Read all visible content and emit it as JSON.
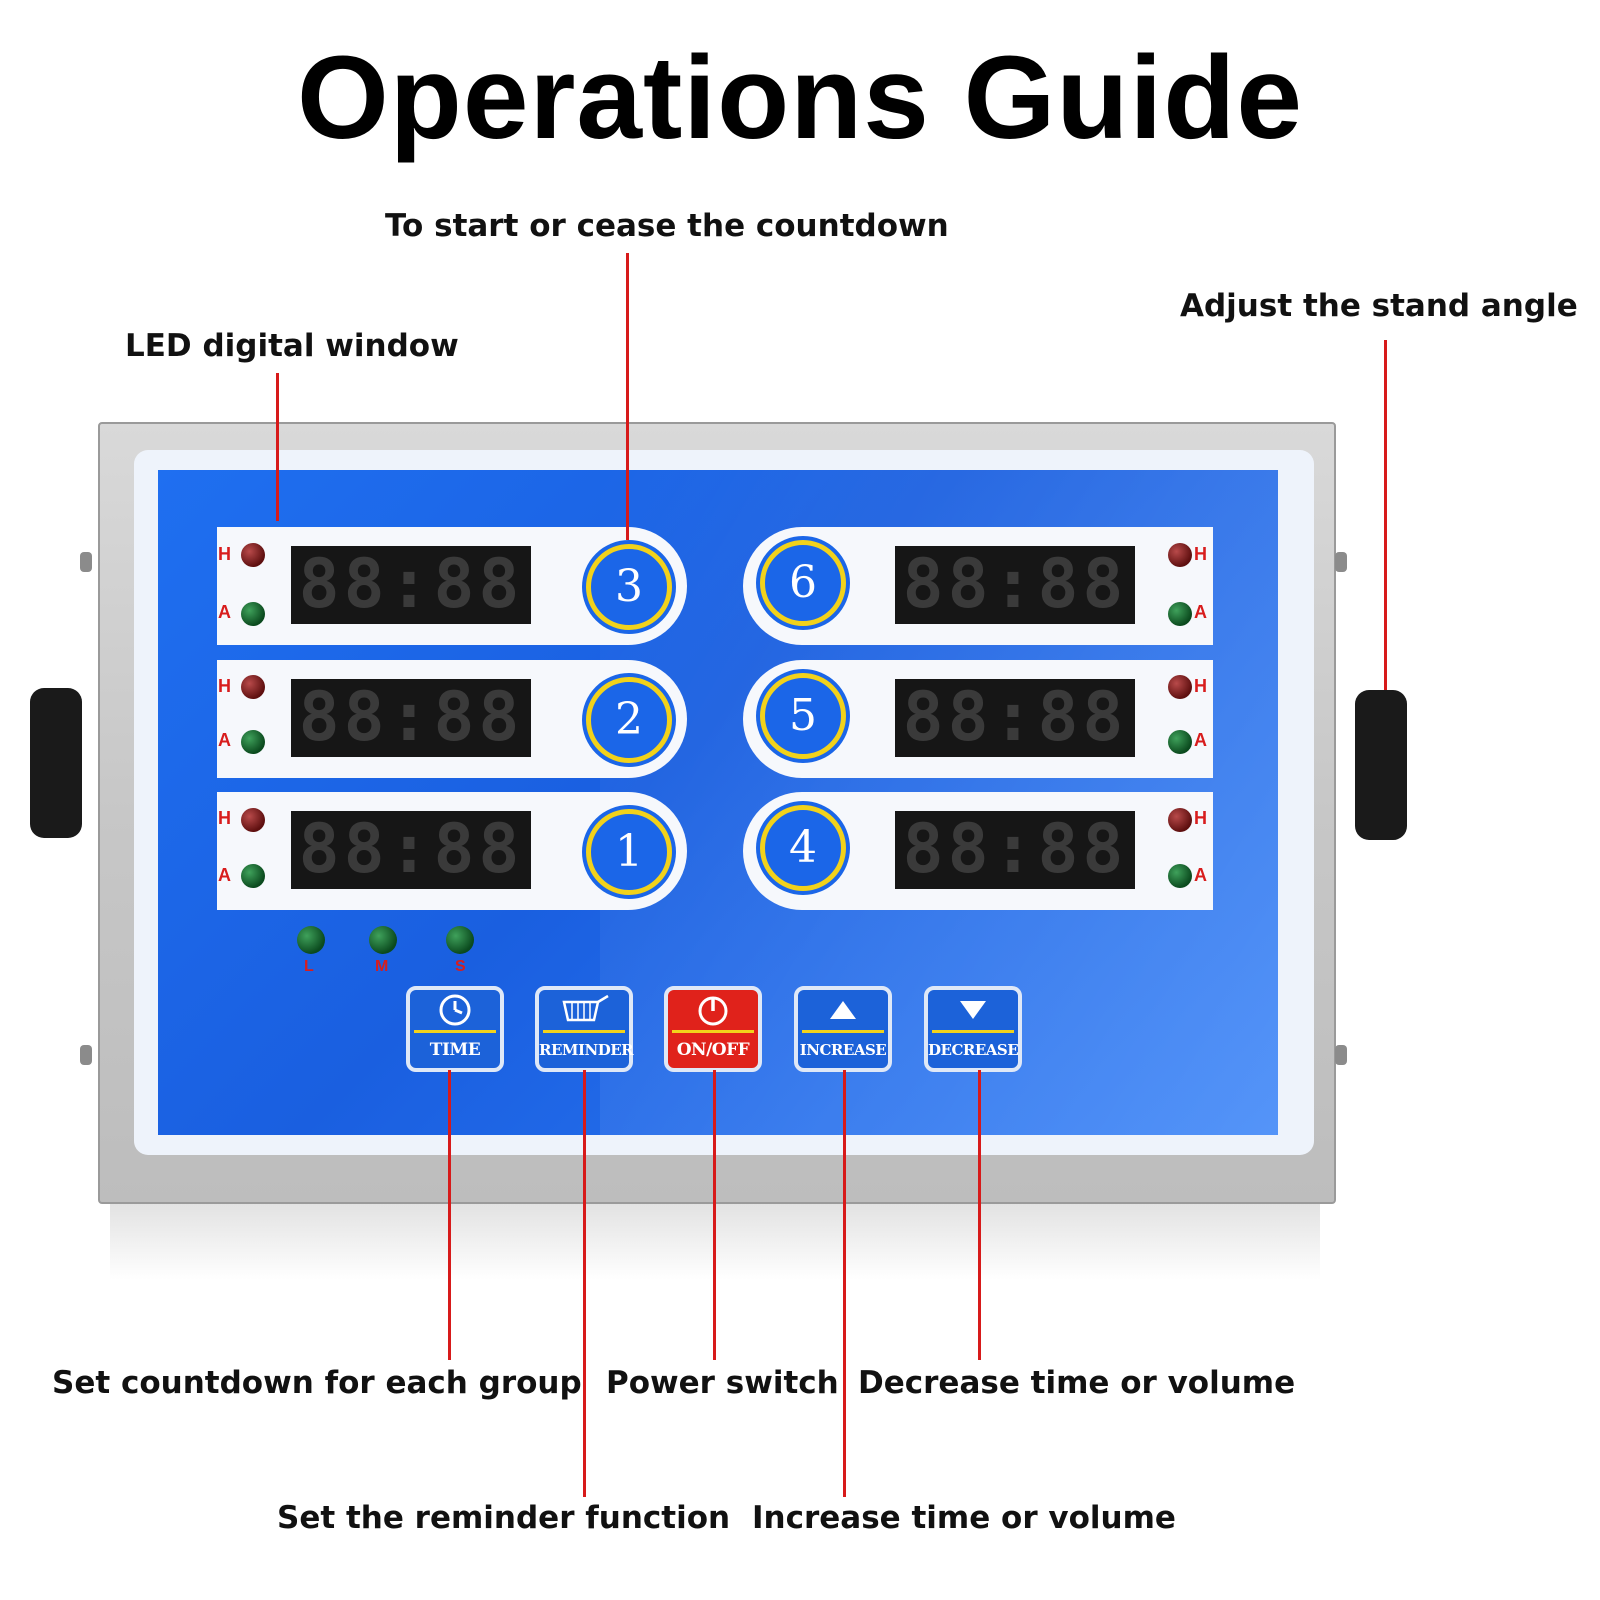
{
  "title": "Operations Guide",
  "callouts": {
    "start_stop": "To start or cease the countdown",
    "led_window": "LED digital window",
    "stand_angle": "Adjust the stand angle",
    "set_countdown": "Set countdown for each group",
    "power_switch": "Power switch",
    "decrease": "Decrease time or volume",
    "reminder": "Set the reminder function",
    "increase": "Increase time or volume"
  },
  "device": {
    "display_text": "88:88",
    "led_labels": {
      "high": "H",
      "alarm": "A"
    },
    "channels_left": [
      "3",
      "2",
      "1"
    ],
    "channels_right": [
      "6",
      "5",
      "4"
    ],
    "volume_labels": [
      "L",
      "M",
      "S"
    ],
    "buttons": {
      "time": "TIME",
      "reminder": "REMINDER",
      "onoff": "ON/OFF",
      "increase": "INCREASE",
      "decrease": "DECREASE"
    }
  },
  "colors": {
    "panel_blue": "#1f6ff0",
    "callout_line_red": "#d71a1a",
    "button_red": "#e0221b",
    "accent_yellow": "#f2d21b"
  }
}
